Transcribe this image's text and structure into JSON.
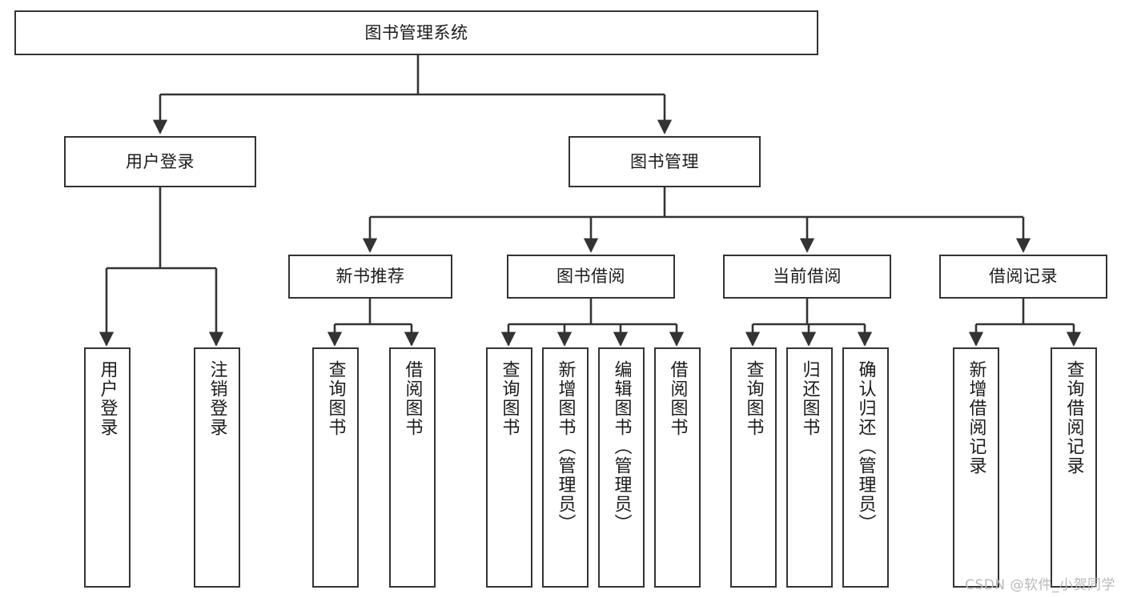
{
  "diagram": {
    "type": "tree",
    "title": "图书管理系统",
    "watermark": "CSDN @软件_小贺同学",
    "colors": {
      "box_border": "#333333",
      "box_fill": "#ffffff",
      "connector": "#333333",
      "text": "#1b1b1b",
      "watermark": "#b9b9b9",
      "background": "#ffffff"
    },
    "nodes": {
      "root": {
        "label": "图书管理系统"
      },
      "level1": [
        {
          "id": "login",
          "label": "用户登录"
        },
        {
          "id": "bookmgmt",
          "label": "图书管理"
        }
      ],
      "level2": [
        {
          "id": "newbook",
          "label": "新书推荐"
        },
        {
          "id": "borrow",
          "label": "图书借阅"
        },
        {
          "id": "current",
          "label": "当前借阅"
        },
        {
          "id": "records",
          "label": "借阅记录"
        }
      ],
      "leaves": {
        "login": [
          {
            "label": "用户登录"
          },
          {
            "label": "注销登录"
          }
        ],
        "newbook": [
          {
            "label": "查询图书"
          },
          {
            "label": "借阅图书"
          }
        ],
        "borrow": [
          {
            "label": "查询图书"
          },
          {
            "label": "新增图书（管理员）"
          },
          {
            "label": "编辑图书（管理员）"
          },
          {
            "label": "借阅图书"
          }
        ],
        "current": [
          {
            "label": "查询图书"
          },
          {
            "label": "归还图书"
          },
          {
            "label": "确认归还（管理员）"
          }
        ],
        "records": [
          {
            "label": "新增借阅记录"
          },
          {
            "label": "查询借阅记录"
          }
        ]
      }
    }
  }
}
